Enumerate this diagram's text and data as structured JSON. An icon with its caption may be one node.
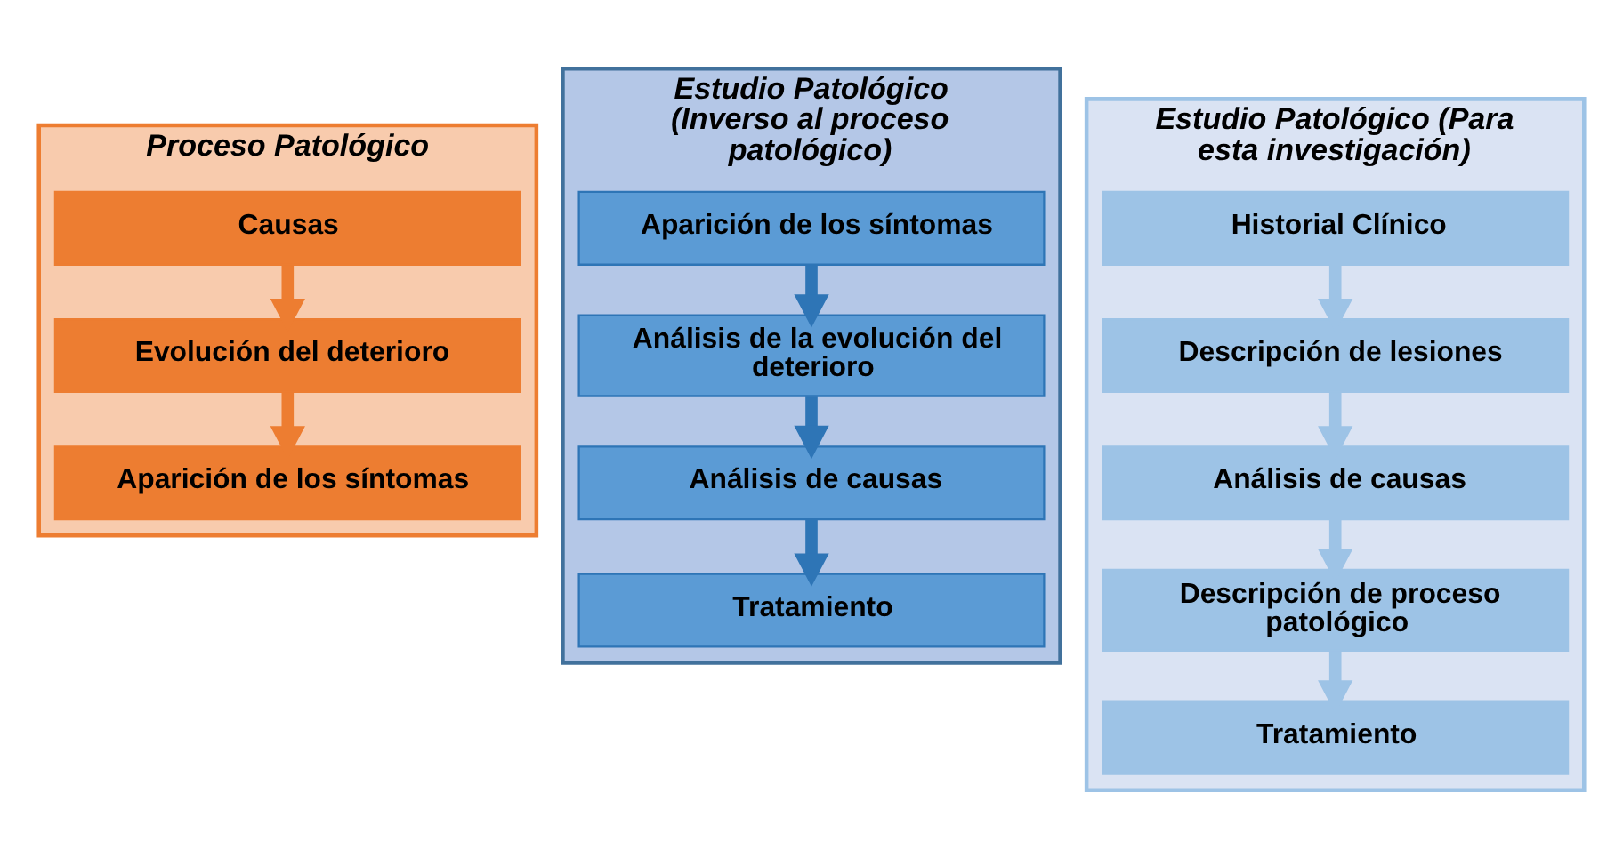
{
  "diagram": {
    "nodes": [
      {
        "text": [
          "Proceso Patológico"
        ]
      },
      {
        "text": [
          "Causas"
        ],
        "in": 0
      },
      {
        "text": [
          "Evolución del deterioro"
        ],
        "in": 0
      },
      {
        "text": [
          "Aparición de los síntomas"
        ],
        "in": 0
      },
      {
        "text": [
          "Estudio Patológico (Inverso al proceso patológico)"
        ]
      },
      {
        "text": [
          "Aparición de los síntomas"
        ],
        "in": 4
      },
      {
        "text": [
          "Análisis de la evolución del deterioro"
        ],
        "in": 4
      },
      {
        "text": [
          "Análisis de causas"
        ],
        "in": 4
      },
      {
        "text": [
          "Tratamiento"
        ],
        "in": 4
      },
      {
        "text": [
          "Estudio Patológico (Para esta investigación)"
        ]
      },
      {
        "text": [
          "Historial Clínico"
        ],
        "in": 9
      },
      {
        "text": [
          "Descripción de lesiones"
        ],
        "in": 9
      },
      {
        "text": [
          "Análisis de causas"
        ],
        "in": 9
      },
      {
        "text": [
          "Descripción de proceso patológico"
        ],
        "in": 9
      },
      {
        "text": [
          "Tratamiento"
        ],
        "in": 9
      }
    ],
    "edges": [
      {
        "from": 1,
        "to": 2,
        "arrow": "to",
        "color": "#ed7d31"
      },
      {
        "from": 2,
        "to": 3,
        "arrow": "to",
        "color": "#ed7d31"
      },
      {
        "from": 5,
        "to": 6,
        "arrow": "to",
        "color": "#2e75b6"
      },
      {
        "from": 6,
        "to": 7,
        "arrow": "to",
        "color": "#2e75b6"
      },
      {
        "from": 7,
        "to": 8,
        "arrow": "to",
        "color": "#2e75b6"
      },
      {
        "from": 10,
        "to": 11,
        "arrow": "to"
      },
      {
        "from": 11,
        "to": 12,
        "arrow": "to"
      },
      {
        "from": 12,
        "to": 13,
        "arrow": "to"
      },
      {
        "from": 13,
        "to": 14,
        "arrow": "to"
      }
    ]
  }
}
